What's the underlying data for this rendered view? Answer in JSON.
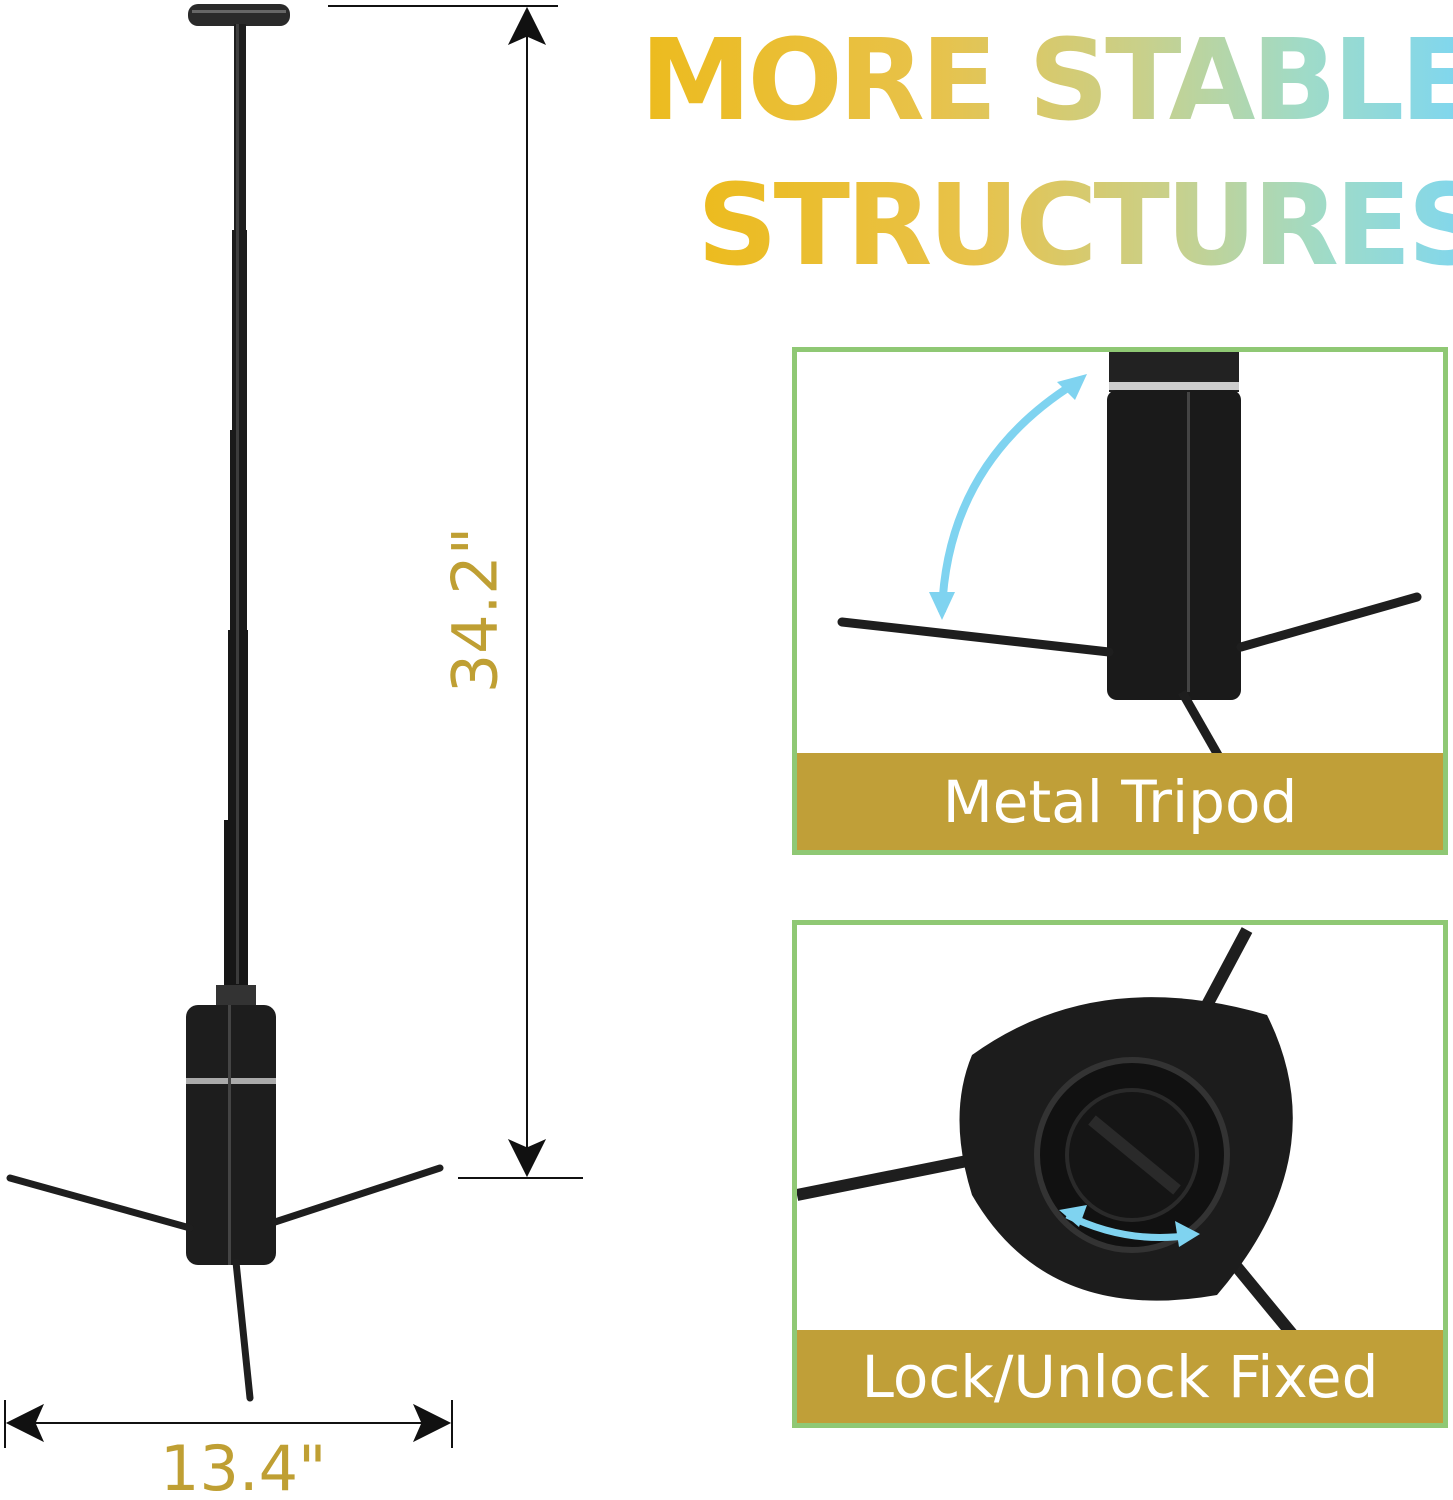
{
  "headline": {
    "line1": "MORE STABLE",
    "line2": "STRUCTURES"
  },
  "dimensions": {
    "height": "34.2\"",
    "width": "13.4\""
  },
  "panels": [
    {
      "caption": "Metal Tripod"
    },
    {
      "caption": "Lock/Unlock Fixed"
    }
  ],
  "colors": {
    "gold": "#c09f38",
    "panel_border": "#8fc874",
    "arrow_blue": "#7fd3f0",
    "product": "#1a1a1a"
  }
}
